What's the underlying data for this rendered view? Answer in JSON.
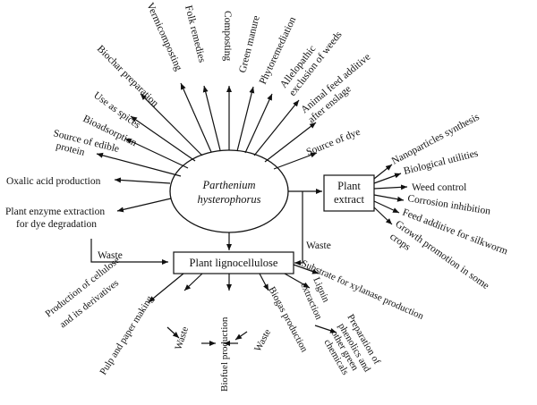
{
  "center": {
    "line1": "Parthenium",
    "line2": "hysterophorus"
  },
  "radial": [
    "Biochar preparation",
    "Vermicomposting",
    "Folk remedies",
    "Composting",
    "Green manure",
    "Phytoremediation",
    "Allelopathic",
    "exclusion of weeds",
    "Animal feed additive",
    "after enslage",
    "Source of dye",
    "Use as spices",
    "Bioadsorption",
    "Source of edible",
    "protein",
    "Oxalic acid production",
    "Plant enzyme extraction",
    "for dye degradation"
  ],
  "plant_extract": {
    "box": [
      "Plant",
      "extract"
    ],
    "uses": [
      "Nanoparticles synthesis",
      "Biological utilities",
      "Weed control",
      "Corrosion inhibition",
      "Feed additive for silkworm",
      "Growth promotion in some",
      "crops"
    ]
  },
  "lignocellulose": {
    "box": "Plant lignocellulose",
    "waste_labels": [
      "Waste",
      "Waste"
    ],
    "outputs": [
      "Substrate for xylanase production",
      "Production of cellulose",
      "and its derivatives",
      "Pulp and paper making",
      "Biofuel production",
      "Biogas production",
      "Lignin",
      "extraction",
      "Preparation of",
      "phenolics and",
      "other green",
      "chemicals"
    ],
    "bottom_waste": [
      "Waste",
      "Waste"
    ]
  }
}
